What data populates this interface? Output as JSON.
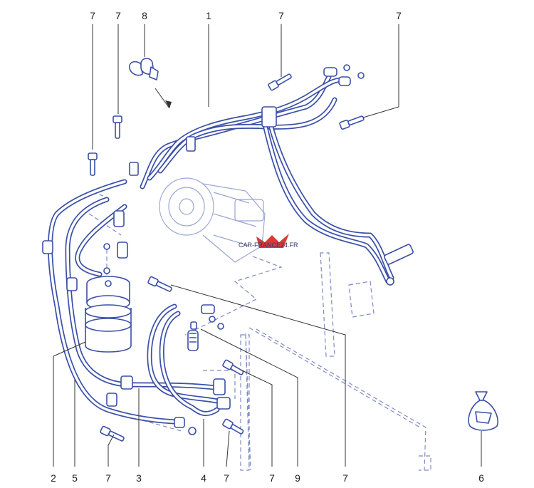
{
  "callouts": {
    "top": [
      "7",
      "7",
      "8",
      "1",
      "7",
      "7"
    ],
    "bottom": [
      "2",
      "5",
      "7",
      "3",
      "4",
      "7",
      "7",
      "9",
      "7",
      "6"
    ]
  },
  "watermark": {
    "text": "CAR-FRANCE24.FR",
    "accent_color": "#d6241f"
  },
  "colors": {
    "line": "#3a4fa8",
    "ghost": "#9aa5d4",
    "leader": "#333333"
  }
}
